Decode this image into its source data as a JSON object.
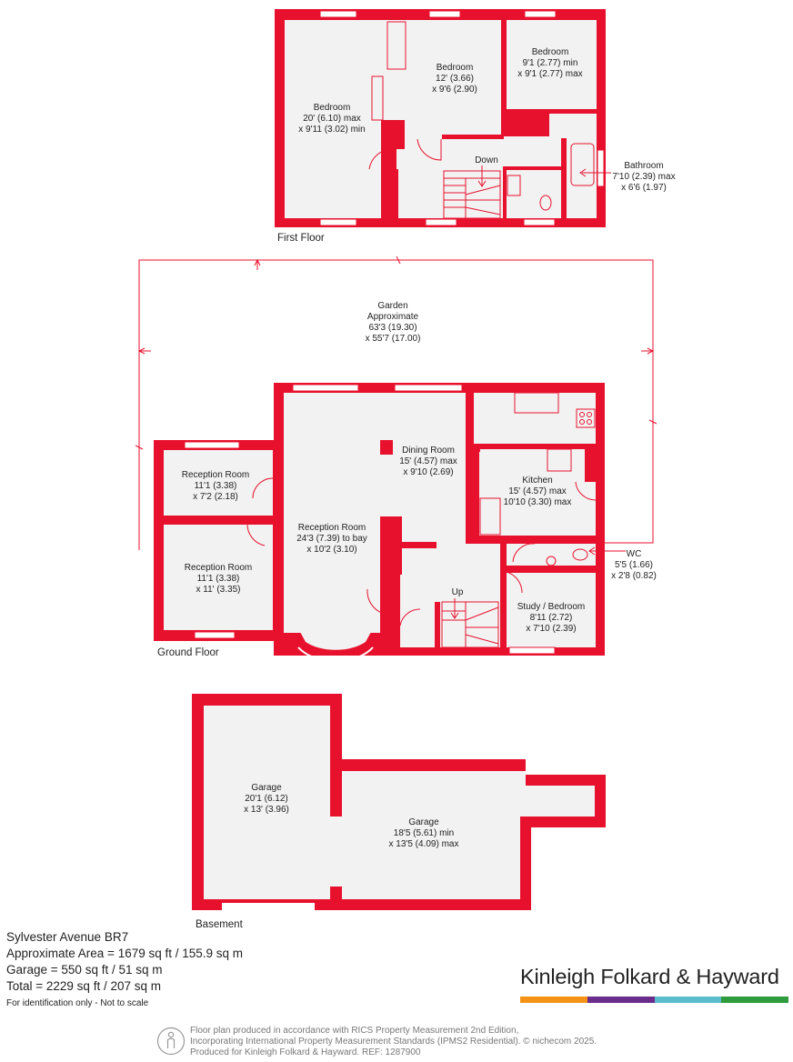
{
  "colors": {
    "wall": "#e8112d",
    "floor": "#f2f2f2",
    "window": "#ffffff",
    "text": "#222222",
    "footer_text": "#777777"
  },
  "floors": {
    "first": "First Floor",
    "ground": "Ground Floor",
    "basement": "Basement"
  },
  "rooms": {
    "ff_bedroom1": {
      "name": "Bedroom",
      "dim1": "20' (6.10) max",
      "dim2": "x 9'11 (3.02) min"
    },
    "ff_bedroom2": {
      "name": "Bedroom",
      "dim1": "12' (3.66)",
      "dim2": "x 9'6 (2.90)"
    },
    "ff_bedroom3": {
      "name": "Bedroom",
      "dim1": "9'1 (2.77) min",
      "dim2": "x 9'1 (2.77) max"
    },
    "ff_bathroom": {
      "name": "Bathroom",
      "dim1": "7'10 (2.39) max",
      "dim2": "x 6'6 (1.97)"
    },
    "ff_stairs": {
      "name": "Down"
    },
    "garden": {
      "name": "Garden",
      "dim0": "Approximate",
      "dim1": "63'3 (19.30)",
      "dim2": "x 55'7 (17.00)"
    },
    "gf_reception1": {
      "name": "Reception Room",
      "dim1": "11'1 (3.38)",
      "dim2": "x 7'2 (2.18)"
    },
    "gf_reception2": {
      "name": "Reception Room",
      "dim1": "11'1 (3.38)",
      "dim2": "x 11' (3.35)"
    },
    "gf_reception3": {
      "name": "Reception Room",
      "dim1": "24'3 (7.39) to bay",
      "dim2": "x 10'2 (3.10)"
    },
    "gf_dining": {
      "name": "Dining Room",
      "dim1": "15' (4.57) max",
      "dim2": "x 9'10 (2.69)"
    },
    "gf_kitchen": {
      "name": "Kitchen",
      "dim1": "15' (4.57) max",
      "dim2": "10'10 (3.30) max"
    },
    "gf_wc": {
      "name": "WC",
      "dim1": "5'5 (1.66)",
      "dim2": "x 2'8 (0.82)"
    },
    "gf_study": {
      "name": "Study / Bedroom",
      "dim1": "8'11 (2.72)",
      "dim2": "x 7'10 (2.39)"
    },
    "gf_stairs": {
      "name": "Up"
    },
    "bs_garage1": {
      "name": "Garage",
      "dim1": "20'1 (6.12)",
      "dim2": "x 13' (3.96)"
    },
    "bs_garage2": {
      "name": "Garage",
      "dim1": "18'5 (5.61) min",
      "dim2": "x 13'5 (4.09) max"
    }
  },
  "info": {
    "address": "Sylvester Avenue   BR7",
    "area": "Approximate Area = 1679 sq ft / 155.9 sq m",
    "garage": "Garage = 550 sq ft / 51 sq m",
    "total": "Total = 2229 sq ft / 207 sq m",
    "disclaimer": "For identification only - Not to scale"
  },
  "brand": {
    "name": "Kinleigh Folkard & Hayward",
    "bar_colors": [
      "#f39214",
      "#6b2d8c",
      "#5bbdcb",
      "#2e9b3c"
    ]
  },
  "footer": {
    "line1": "Floor plan produced in accordance with RICS Property Measurement 2nd Edition,",
    "line2": "Incorporating International Property Measurement Standards (IPMS2 Residential).   © nichecom 2025.",
    "line3": "Produced for Kinleigh Folkard & Hayward.   REF: 1287900"
  }
}
